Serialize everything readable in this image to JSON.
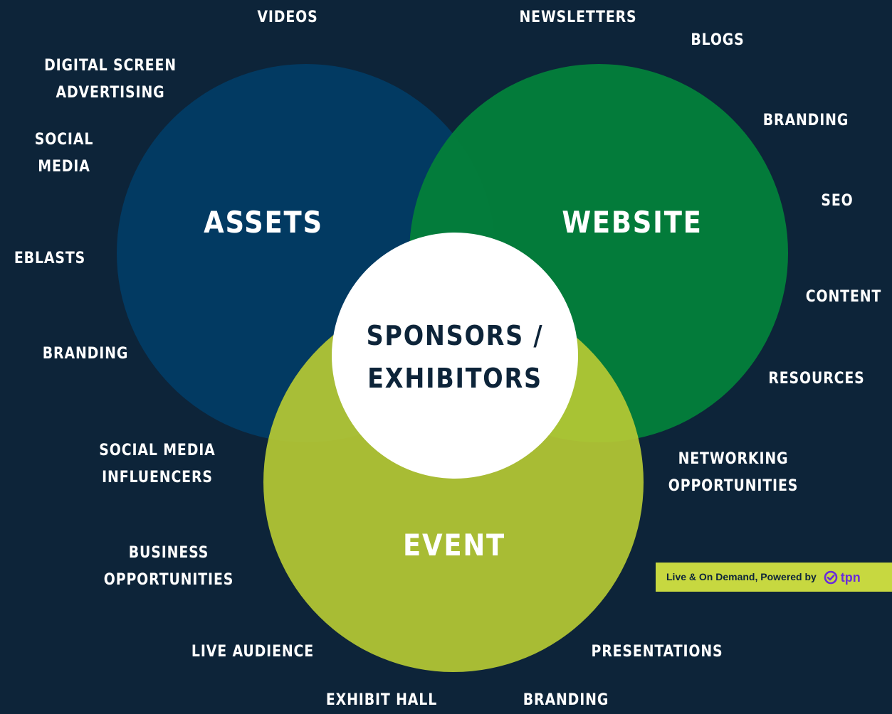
{
  "circles": {
    "assets": {
      "label": "ASSETS",
      "color": "#023b63"
    },
    "website": {
      "label": "WEBSITE",
      "color": "#037e3a"
    },
    "event": {
      "label": "EVENT",
      "color": "#b5c834"
    },
    "center": {
      "line1": "SPONSORS /",
      "line2": "EXHIBITORS",
      "color": "#ffffff"
    }
  },
  "labels": {
    "videos": "VIDEOS",
    "newsletters": "NEWSLETTERS",
    "blogs": "BLOGS",
    "digital_screen_1": "DIGITAL SCREEN",
    "digital_screen_2": "ADVERTISING",
    "social_media_1": "SOCIAL",
    "social_media_2": "MEDIA",
    "branding_website": "BRANDING",
    "seo": "SEO",
    "eblasts": "EBLASTS",
    "content": "CONTENT",
    "branding_assets": "BRANDING",
    "resources": "RESOURCES",
    "influencers_1": "SOCIAL MEDIA",
    "influencers_2": "INFLUENCERS",
    "networking_1": "NETWORKING",
    "networking_2": "OPPORTUNITIES",
    "business_1": "BUSINESS",
    "business_2": "OPPORTUNITIES",
    "live_audience": "LIVE AUDIENCE",
    "presentations": "PRESENTATIONS",
    "exhibit_hall": "EXHIBIT HALL",
    "branding_event": "BRANDING"
  },
  "badge": {
    "text": "Live & On Demand, Powered by",
    "brand": "tpn",
    "color": "#c7d840"
  }
}
